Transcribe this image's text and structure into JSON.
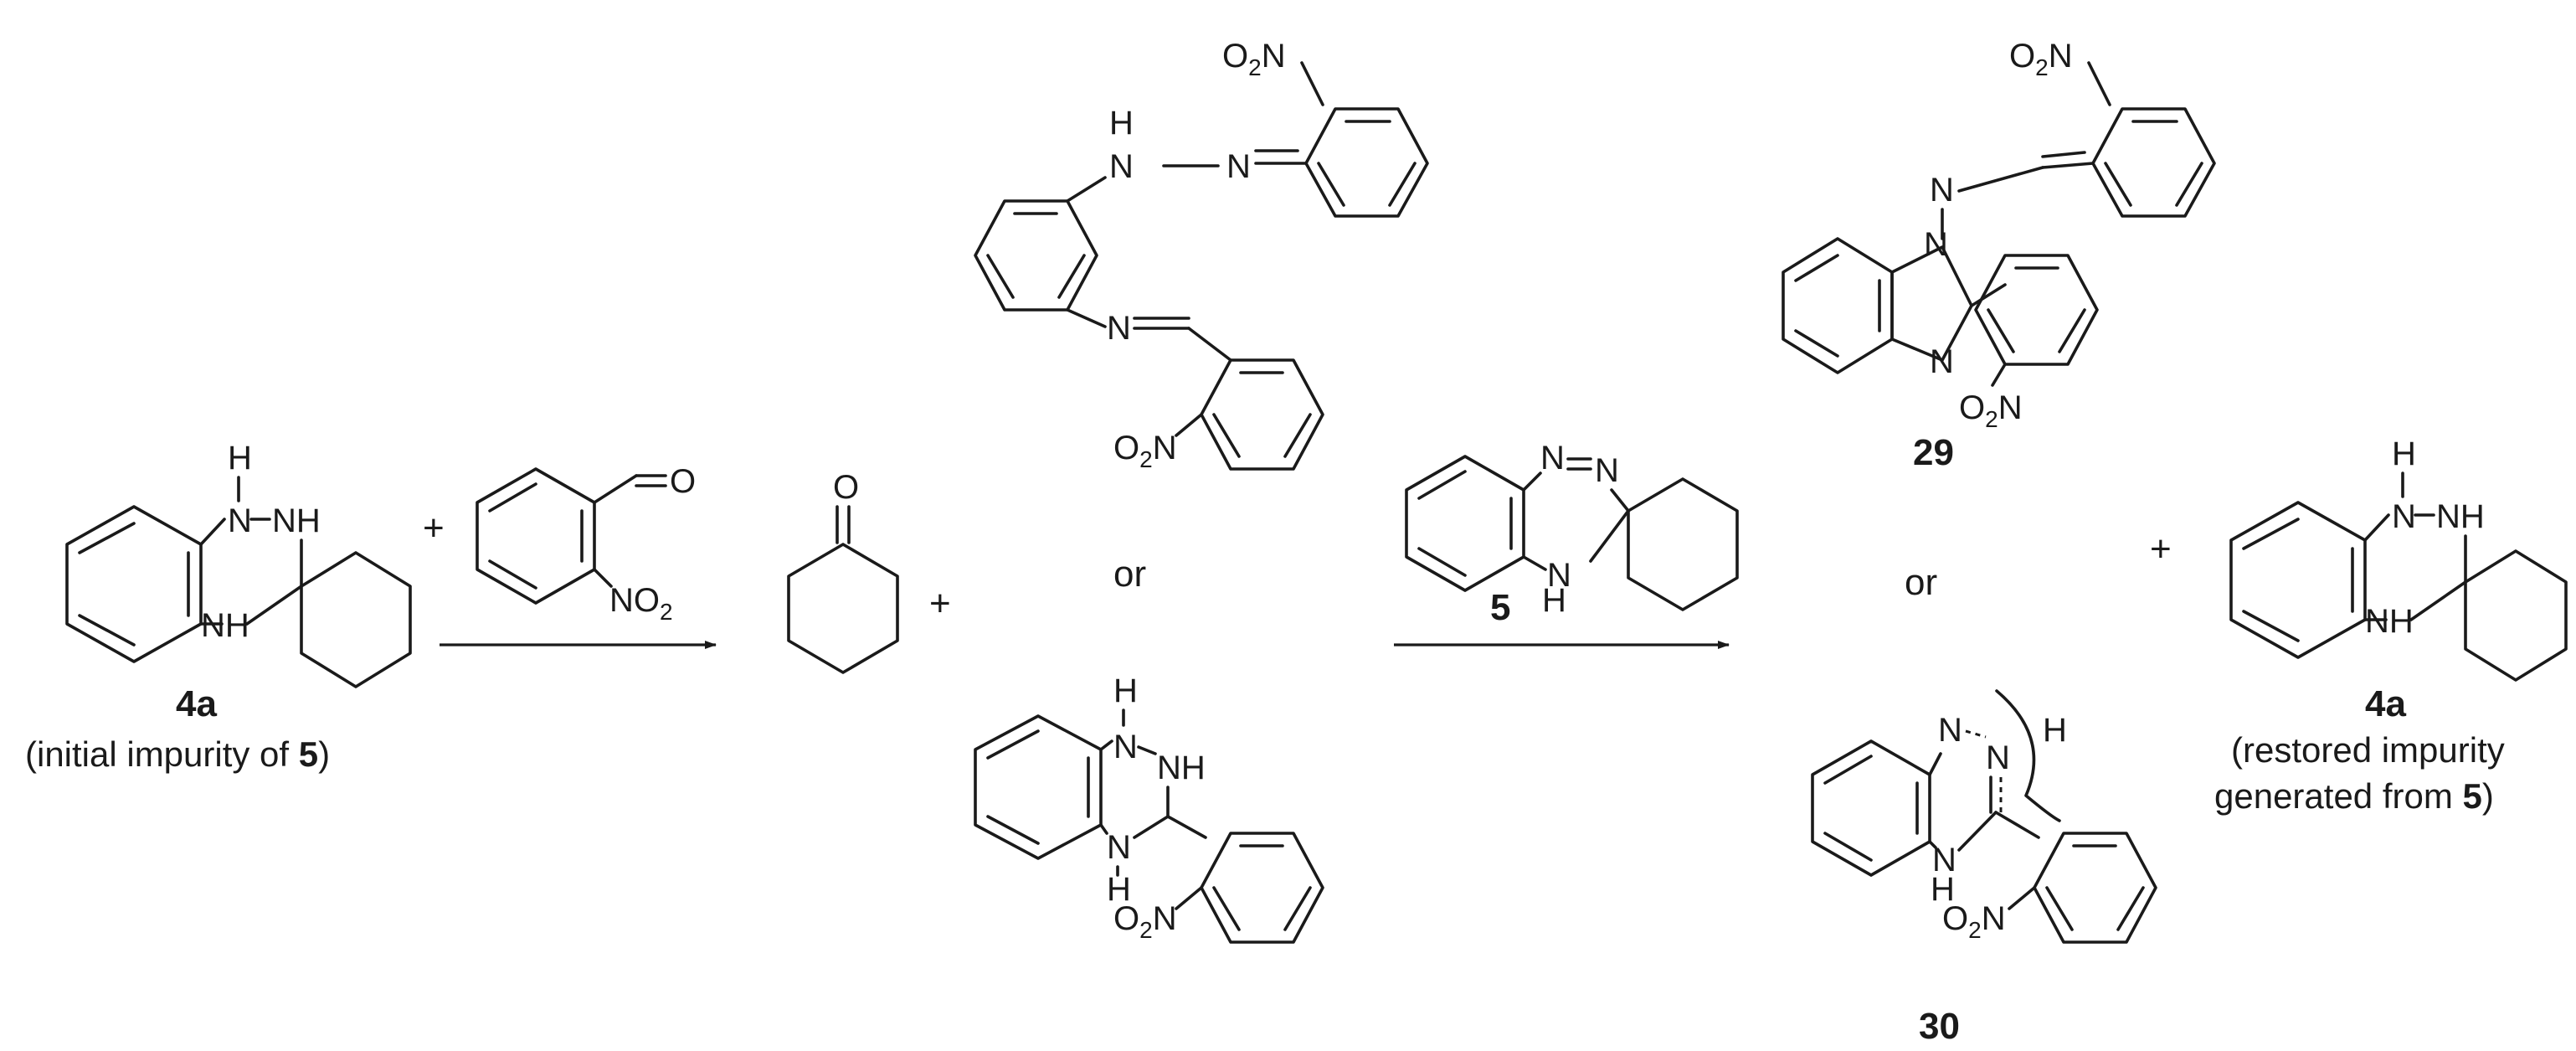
{
  "scheme": {
    "reactant_4a": {
      "label": "4a",
      "caption_prefix": "(initial impurity of ",
      "caption_bold": "5",
      "caption_suffix": ")",
      "atoms": {
        "nh_top": "H",
        "n_top": "N",
        "nh_right": "NH",
        "nh_bottom": "NH"
      }
    },
    "reagent_aldehyde": {
      "plus": "+",
      "oxygen": "O",
      "nitro_n": "NO",
      "nitro_sub": "2"
    },
    "intermediate_ketone": {
      "oxygen": "O",
      "plus": "+"
    },
    "intermediate_hydrazone": {
      "atoms": {
        "h": "H",
        "n_link": "N",
        "n_imine": "N",
        "n_aryl_imine": "N"
      },
      "nitro_top": {
        "o": "O",
        "sub": "2",
        "n": "N"
      },
      "nitro_bottom": {
        "o": "O",
        "sub": "2",
        "n": "N"
      }
    },
    "or_middle": "or",
    "intermediate_triazine": {
      "atoms": {
        "nh_top_h": "H",
        "nh_top_n": "N",
        "nh_right": "NH",
        "nh_bottom_n": "N",
        "nh_bottom_h": "H"
      },
      "nitro": {
        "o": "O",
        "sub": "2",
        "n": "N"
      }
    },
    "reagent_5": {
      "label": "5",
      "atoms": {
        "n1": "N",
        "n2": "N",
        "nh_n": "N",
        "nh_h": "H"
      }
    },
    "product_29": {
      "label": "29",
      "atoms": {
        "n_imine": "N",
        "n_ring": "N",
        "n_ring2": "N"
      },
      "nitro_top": {
        "o": "O",
        "sub": "2",
        "n": "N"
      },
      "nitro_bottom": {
        "o": "O",
        "sub": "2",
        "n": "N"
      }
    },
    "or_right": "or",
    "product_30": {
      "label": "30",
      "atoms": {
        "n1": "N",
        "n2": "N",
        "h_side": "H",
        "nh_n": "N",
        "nh_h": "H"
      },
      "nitro": {
        "o": "O",
        "sub": "2",
        "n": "N"
      }
    },
    "plus_right": "+",
    "product_4a": {
      "label": "4a",
      "caption_line1": "(restored impurity",
      "caption_line2_prefix": "generated from ",
      "caption_line2_bold": "5",
      "caption_line2_suffix": ")",
      "atoms": {
        "nh_top": "H",
        "n_top": "N",
        "nh_right": "NH",
        "nh_bottom": "NH"
      }
    }
  }
}
